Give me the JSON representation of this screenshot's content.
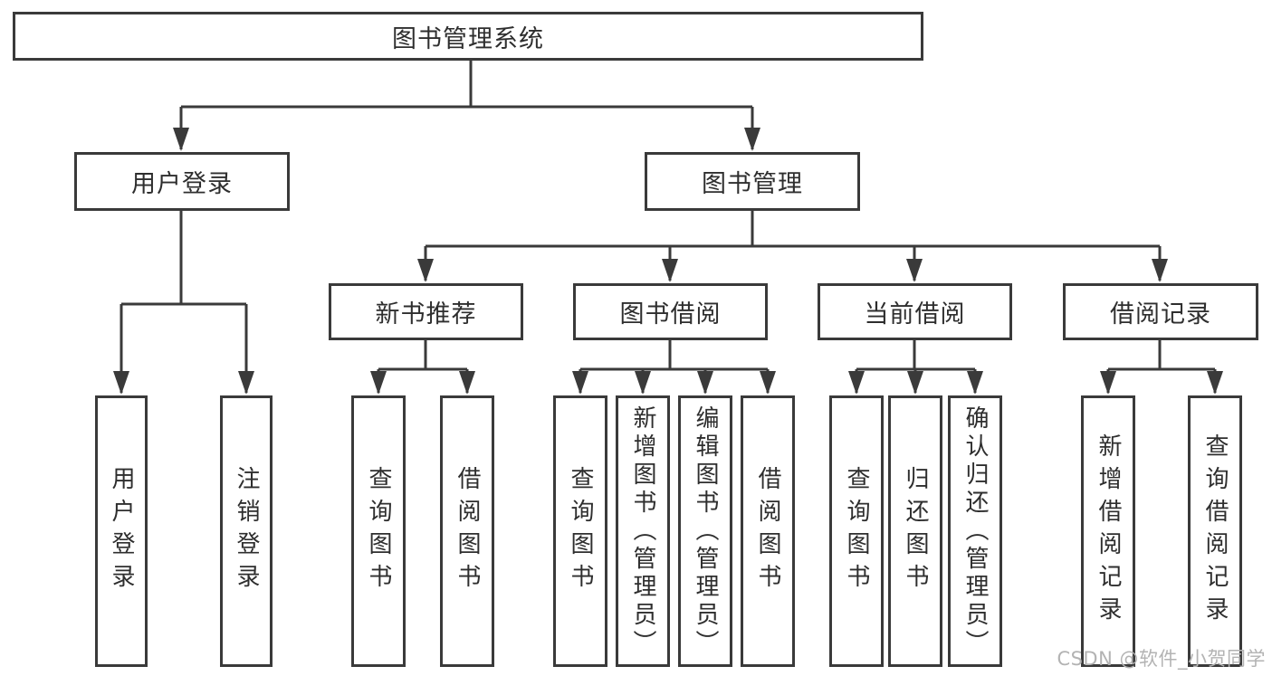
{
  "diagram": {
    "root": {
      "label": "图书管理系统"
    },
    "level2": {
      "user_login": {
        "label": "用户登录"
      },
      "book_management": {
        "label": "图书管理"
      }
    },
    "level3": {
      "new_book_recommend": {
        "label": "新书推荐"
      },
      "book_borrow": {
        "label": "图书借阅"
      },
      "current_borrow": {
        "label": "当前借阅"
      },
      "borrow_record": {
        "label": "借阅记录"
      }
    },
    "leaves": {
      "user_login": [
        "用户登录",
        "注销登录"
      ],
      "new_book_recommend": [
        "查询图书",
        "借阅图书"
      ],
      "book_borrow": [
        "查询图书",
        "新增图书（管理员）",
        "编辑图书（管理员）",
        "借阅图书"
      ],
      "current_borrow": [
        "查询图书",
        "归还图书",
        "确认归还（管理员）"
      ],
      "borrow_record": [
        "新增借阅记录",
        "查询借阅记录"
      ]
    },
    "watermark": "CSDN @软件_小贺同学",
    "colors": {
      "line": "#3a3a3a",
      "text": "#2e2e2e",
      "background": "#ffffff",
      "watermark": "#b3b3b3"
    }
  }
}
